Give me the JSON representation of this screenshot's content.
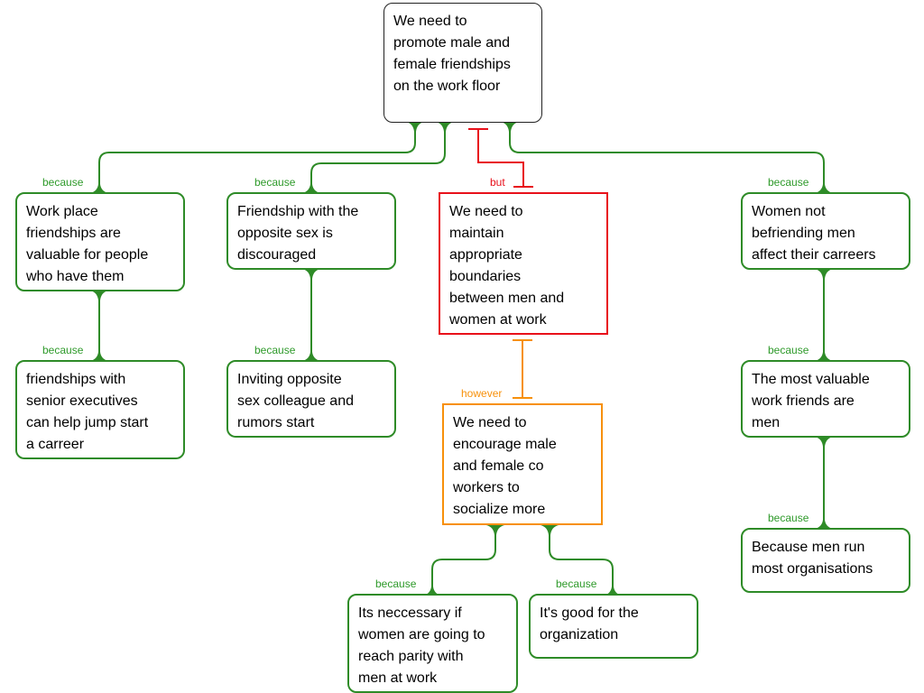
{
  "colors": {
    "support": "#2e8b27",
    "objection": "#e8101a",
    "rebuttal": "#f7900a",
    "claim_border": "#222222"
  },
  "main_claim": {
    "text": "We need to\npromote male and\nfemale friendships\non the work floor"
  },
  "nodes": {
    "reason_workplace": {
      "connector": "because",
      "text": "Work place\nfriendships are\nvaluable for people\nwho have them"
    },
    "reason_senior": {
      "connector": "because",
      "text": "friendships with\nsenior executives\ncan help jump start\na carreer"
    },
    "reason_discouraged": {
      "connector": "because",
      "text": "Friendship with the\nopposite sex is\ndiscouraged"
    },
    "reason_rumors": {
      "connector": "because",
      "text": "Inviting opposite\nsex colleague and\nrumors start"
    },
    "objection_boundaries": {
      "connector": "but",
      "text": "We need to\nmaintain\nappropriate\nboundaries\nbetween men and\nwomen at work"
    },
    "rebuttal_socialize": {
      "connector": "however",
      "text": "We need to\nencourage male\nand female co\nworkers to\nsocialize more"
    },
    "reason_parity": {
      "connector": "because",
      "text": "Its neccessary if\nwomen are going to\nreach parity with\nmen at work"
    },
    "reason_organization": {
      "connector": "because",
      "text": "It's good for the\norganization"
    },
    "reason_careers": {
      "connector": "because",
      "text": "Women not\nbefriending men\naffect their carreers"
    },
    "reason_valuable_men": {
      "connector": "because",
      "text": "The most valuable\nwork friends are\nmen"
    },
    "reason_men_run": {
      "connector": "because",
      "text": "Because men run\nmost organisations"
    }
  }
}
